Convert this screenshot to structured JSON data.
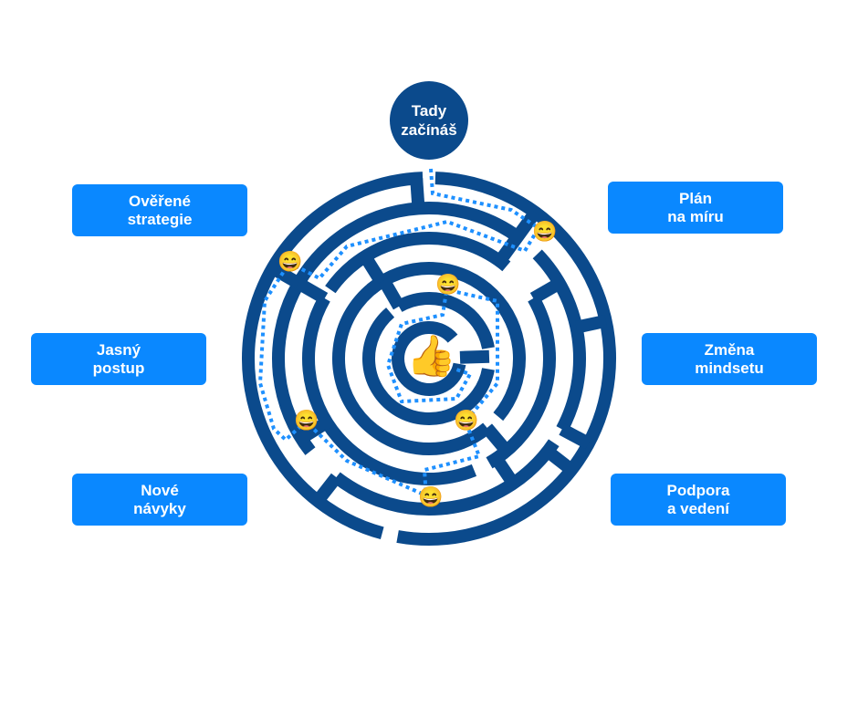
{
  "start": {
    "label": "Tady\nzačínáš"
  },
  "labels": [
    {
      "text": "Ověřené\nstrategie"
    },
    {
      "text": "Plán\nna míru"
    },
    {
      "text": "Jasný\npostup"
    },
    {
      "text": "Změna\nmindsetu"
    },
    {
      "text": "Nové\nnávyky"
    },
    {
      "text": "Podpora\na vedení"
    }
  ],
  "colors": {
    "maze": "#0b4a8c",
    "path": "#1e90ff",
    "box": "#0a88ff"
  },
  "icons": {
    "checkpoint": "😄",
    "goal": "👍"
  }
}
